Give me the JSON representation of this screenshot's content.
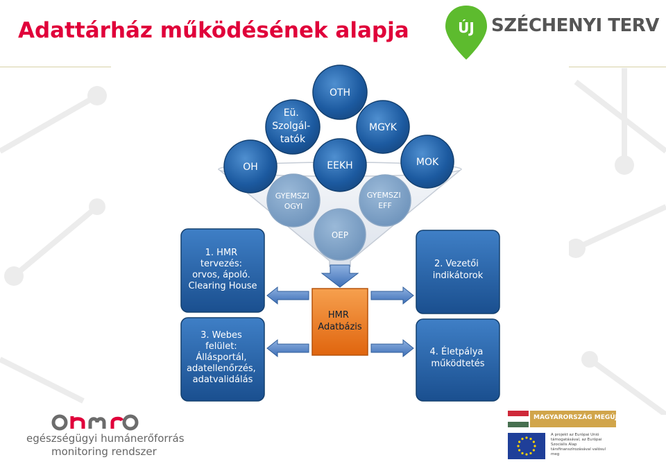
{
  "header": {
    "title": "Adattárház működésének alapja",
    "logo_szt_badge": "ÚJ",
    "logo_szt_text": "SZÉCHENYI TERV"
  },
  "diagram": {
    "sources": [
      {
        "id": "oth",
        "label": "OTH"
      },
      {
        "id": "eu",
        "label": "Eü.\nSzolgál-\ntatók"
      },
      {
        "id": "mgyk",
        "label": "MGYK"
      },
      {
        "id": "oh",
        "label": "OH"
      },
      {
        "id": "eekh",
        "label": "EEKH"
      },
      {
        "id": "mok",
        "label": "MOK"
      },
      {
        "id": "gyemszi-ogyi",
        "label": "GYEMSZI\nOGYI"
      },
      {
        "id": "gyemszi-eff",
        "label": "GYEMSZI\nEFF"
      },
      {
        "id": "oep",
        "label": "OEP"
      }
    ],
    "center_box": {
      "label": "HMR\nAdatbázis"
    },
    "left_boxes": [
      {
        "id": "box1",
        "label": "1. HMR\ntervezés:\norvos, ápoló.\nClearing House"
      },
      {
        "id": "box3",
        "label": "3. Webes\nfelület:\nÁllásportál,\nadatellenőrzés,\nadatvalidálás"
      }
    ],
    "right_boxes": [
      {
        "id": "box2",
        "label": "2. Vezetői\nindikátorok"
      },
      {
        "id": "box4",
        "label": "4. Életpálya\nműködtetés"
      }
    ],
    "colors": {
      "circle": "#1f5fa3",
      "box": "#1f5fa3",
      "center": "#f07a20",
      "arrow": "#4d7fc4"
    }
  },
  "footer": {
    "ehmr_mark": "ehmr",
    "ehmr_line1": "egészségügyi humánerőforrás",
    "ehmr_line2": "monitoring rendszer",
    "hu_banner": "MAGYARORSZÁG MEGÚJUL",
    "eu_text": "A projekt az Európai Unió támogatásával, az Európai Szociális Alap társfinanszírozásával valósul meg"
  }
}
